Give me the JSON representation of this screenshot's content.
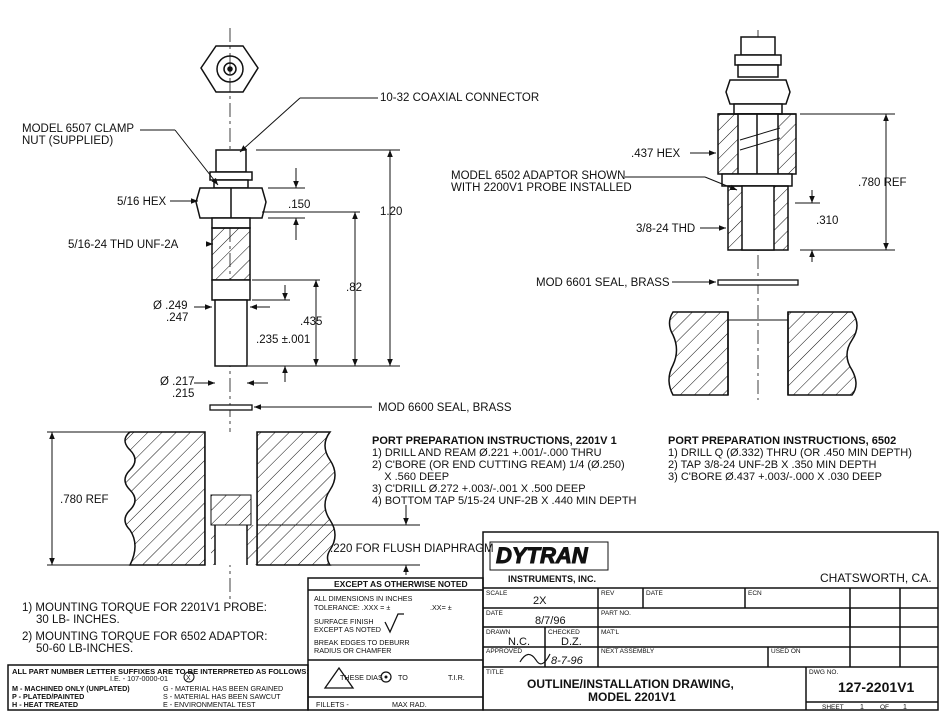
{
  "left_callouts": {
    "coax": "10-32 COAXIAL CONNECTOR",
    "clamp1": "MODEL 6507 CLAMP",
    "clamp2": "NUT (SUPPLIED)",
    "hex": "5/16 HEX",
    "thd": "5/16-24 THD UNF-2A",
    "dia1a": "Ø .249",
    "dia1b": ".247",
    "dia2a": "Ø .217",
    "dia2b": ".215",
    "seal": "MOD 6600 SEAL, BRASS",
    "ref": ".780 REF"
  },
  "left_dims": {
    "d150": ".150",
    "d120": "1.20",
    "d82": ".82",
    "d435": ".435",
    "d235": ".235 ±.001",
    "d220": ".220 FOR FLUSH DIAPHRAGM"
  },
  "right_callouts": {
    "hex": ".437 HEX",
    "adaptor1": "MODEL 6502 ADAPTOR SHOWN",
    "adaptor2": "WITH 2200V1 PROBE INSTALLED",
    "thd": "3/8-24 THD",
    "seal": "MOD 6601 SEAL, BRASS",
    "ref": ".780 REF",
    "d310": ".310"
  },
  "port_2201": {
    "title": "PORT PREPARATION INSTRUCTIONS, 2201V 1",
    "lines": [
      "1) DRILL AND REAM Ø.221 +.001/-.000 THRU",
      "2) C'BORE (OR END CUTTING REAM) 1/4 (Ø.250)",
      "    X .560 DEEP",
      "3) C'DRILL Ø.272 +.003/-.001 X .500 DEEP",
      "4) BOTTOM TAP 5/15-24 UNF-2B X .440 MIN DEPTH"
    ]
  },
  "port_6502": {
    "title": "PORT PREPARATION INSTRUCTIONS, 6502",
    "lines": [
      "1) DRILL Q (Ø.332) THRU (OR .450 MIN DEPTH)",
      "2) TAP 3/8-24 UNF-2B X .350 MIN DEPTH",
      "3) C'BORE Ø.437 +.003/-.000  X .030 DEEP"
    ]
  },
  "torque": {
    "l1": "1) MOUNTING TORQUE FOR 2201V1 PROBE:",
    "l2": "30 LB- INCHES.",
    "l3": "2) MOUNTING TORQUE FOR 6502 ADAPTOR:",
    "l4": "50-60 LB-INCHES."
  },
  "suffix": {
    "title": "ALL PART NUMBER LETTER SUFFIXES ARE TO BE INTERPRETED AS FOLLOWS:",
    "ie": "I.E. - 107-0000-01",
    "ie_mark": "X",
    "m": "M - MACHINED ONLY (UNPLATED)",
    "p": "P - PLATED/PAINTED",
    "h": "H - HEAT TREATED",
    "g": "G - MATERIAL HAS BEEN GRAINED",
    "s": "S - MATERIAL HAS BEEN SAWCUT",
    "e": "E - ENVIRONMENTAL  TEST"
  },
  "tolerance": {
    "header": "EXCEPT AS OTHERWISE NOTED",
    "l1": "ALL DIMENSIONS  IN INCHES",
    "l2a": "TOLERANCE: .XXX = ±",
    "l2b": ".XX= ±",
    "l3": "SURFACE FINISH",
    "l4": "EXCEPT AS NOTED",
    "l5": "BREAK EDGES TO DEBURR",
    "l6": "RADIUS OR CHAMFER",
    "these": "THESE DIAS",
    "to": "TO",
    "tir": "T.I.R.",
    "fillets": "FILLETS -",
    "maxrad": "MAX RAD."
  },
  "title_block": {
    "logo": "DYTRAN",
    "logo_sub": "INSTRUMENTS, INC.",
    "location": "CHATSWORTH,  CA.",
    "scale_label": "SCALE",
    "scale": "2X",
    "rev_label": "REV",
    "date_label": "DATE",
    "ecn_label": "ECN",
    "date": "8/7/96",
    "part_no_label": "PART NO.",
    "drawn_label": "DRAWN",
    "drawn": "N.C.",
    "checked_label": "CHECKED",
    "checked": "D.Z.",
    "matl_label": "MAT'L",
    "approved_label": "APPROVED",
    "approved_date": "8-7-96",
    "next_assembly_label": "NEXT ASSEMBLY",
    "used_on_label": "USED ON",
    "title_label": "TITLE",
    "title1": "OUTLINE/INSTALLATION DRAWING,",
    "title2": "MODEL 2201V1",
    "dwg_no_label": "DWG NO.",
    "dwg_no": "127-2201V1",
    "sheet_label": "SHEET",
    "sheet": "1",
    "of_label": "OF",
    "of": "1"
  }
}
